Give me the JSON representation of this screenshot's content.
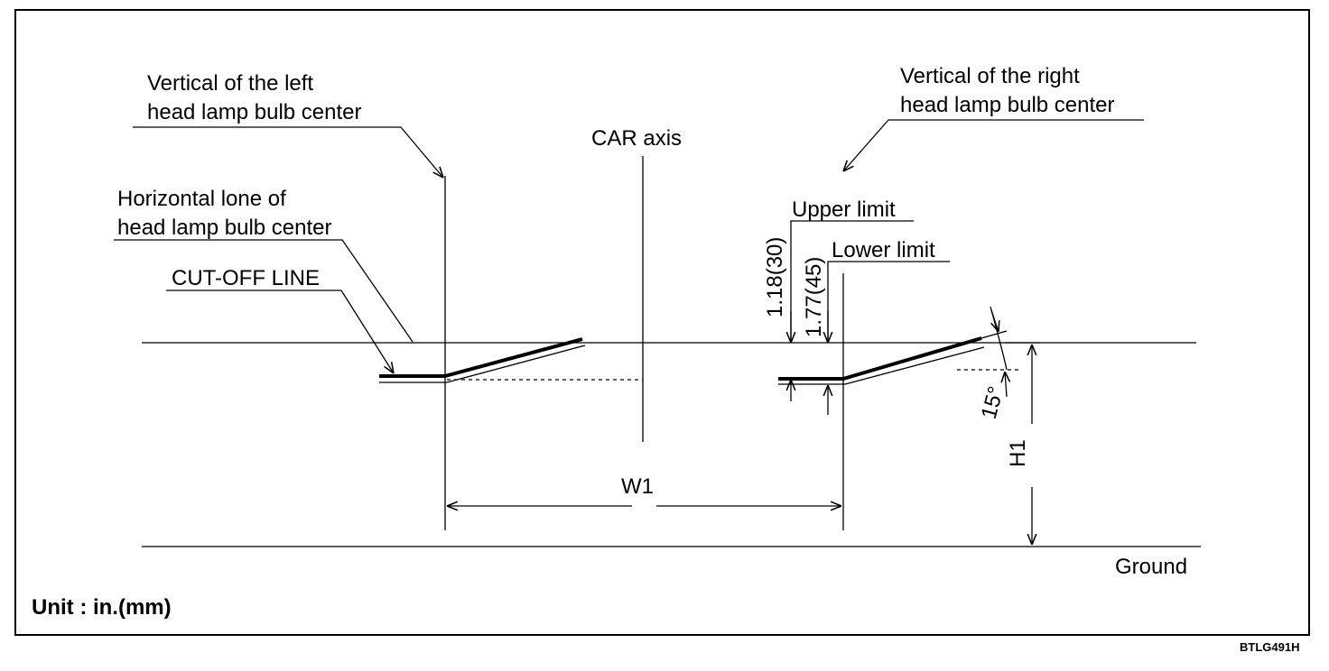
{
  "labels": {
    "left_vertical": [
      "Vertical of the left",
      "head lamp bulb center"
    ],
    "right_vertical": [
      "Vertical of the right",
      "head lamp bulb center"
    ],
    "car_axis": "CAR axis",
    "horizontal_line": [
      "Horizontal lone of",
      "head lamp bulb center"
    ],
    "cutoff_line": "CUT-OFF LINE",
    "upper_limit": "Upper limit",
    "lower_limit": "Lower limit",
    "dim_upper": "1.18(30)",
    "dim_lower": "1.77(45)",
    "angle": "15°",
    "w1": "W1",
    "h1": "H1",
    "ground": "Ground",
    "unit": "Unit : in.(mm)",
    "figure_code": "BTLG491H"
  }
}
